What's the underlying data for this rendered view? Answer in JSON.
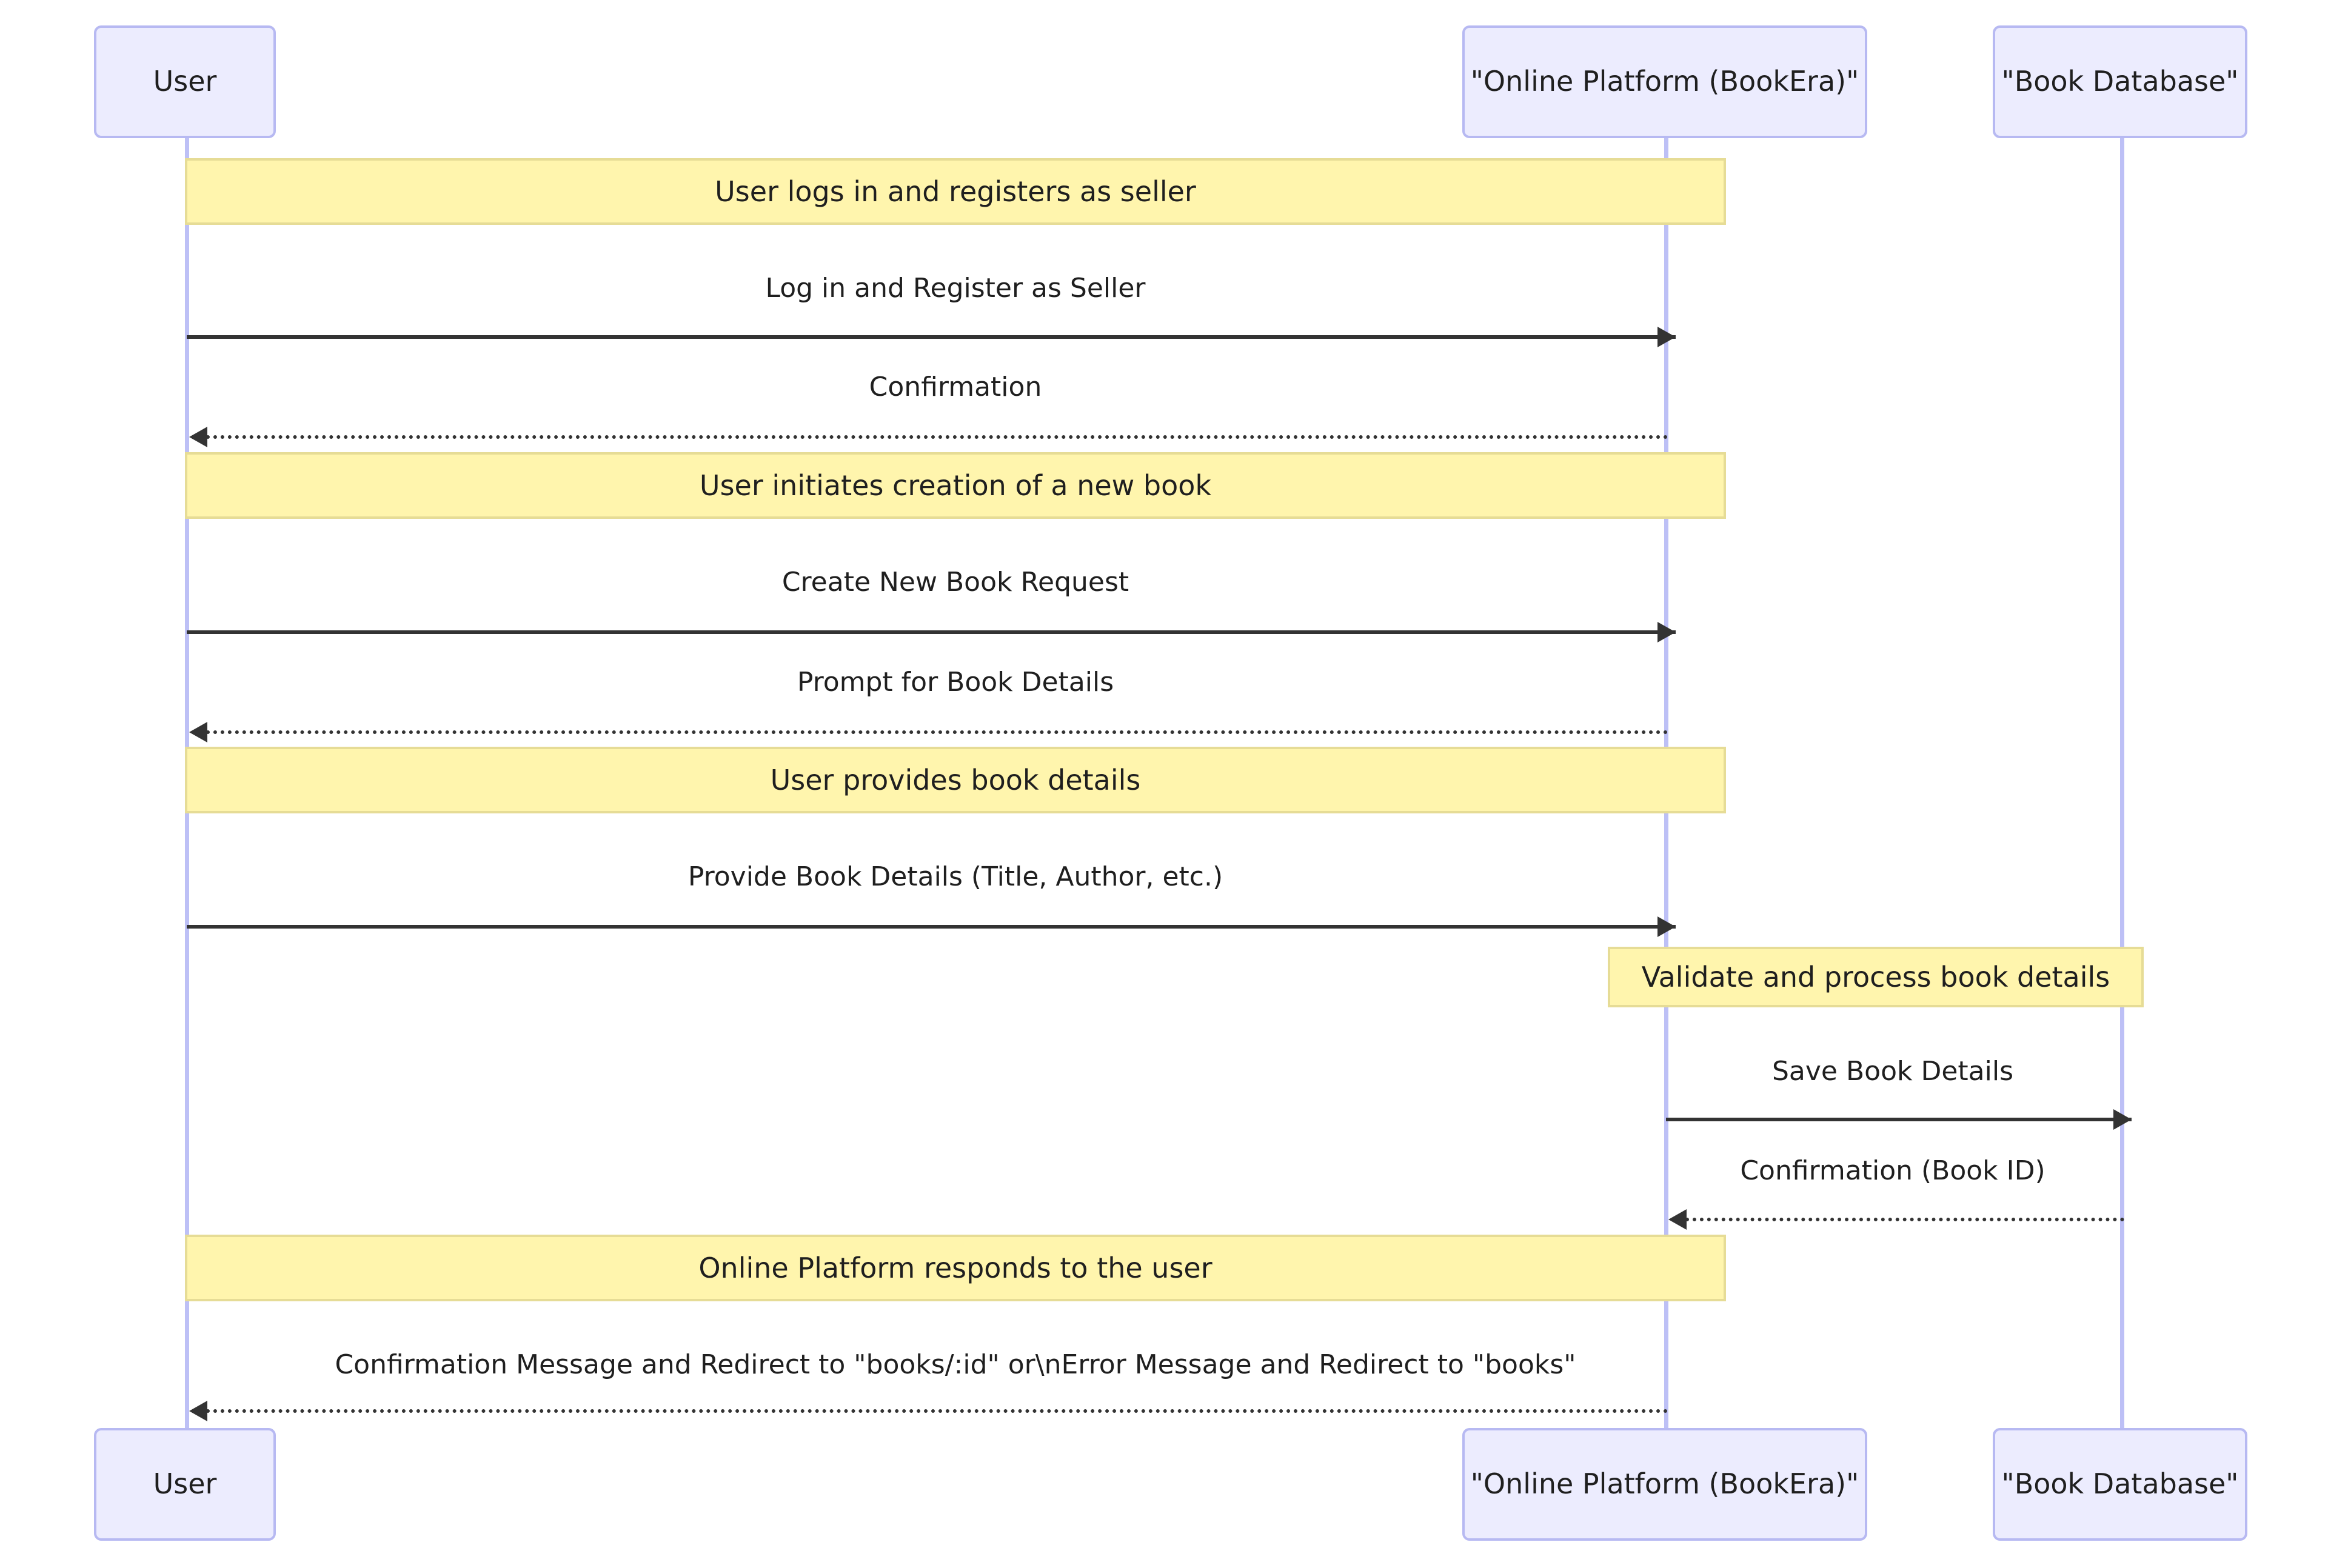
{
  "diagram": {
    "type": "sequence-diagram",
    "title": "",
    "colors": {
      "participant_fill": "#ececfe",
      "participant_border": "#b7b9f2",
      "note_fill": "#fff5ad",
      "note_border": "#e6dc96",
      "lifeline": "#bdc0f6",
      "arrow": "#333333",
      "background": "#ffffff",
      "text": "#1f1f1f"
    },
    "participants": [
      {
        "id": "user",
        "label": "User"
      },
      {
        "id": "platform",
        "label": "\"Online Platform (BookEra)\""
      },
      {
        "id": "database",
        "label": "\"Book Database\""
      }
    ],
    "participants_bottom": [
      {
        "id": "user",
        "label": "User"
      },
      {
        "id": "platform",
        "label": "\"Online Platform (BookEra)\""
      },
      {
        "id": "database",
        "label": "\"Book Database\""
      }
    ],
    "notes": [
      {
        "id": "note-1",
        "text": "User logs in and registers as seller",
        "span": "user-to-platform"
      },
      {
        "id": "note-2",
        "text": "User initiates creation of a new book",
        "span": "user-to-platform"
      },
      {
        "id": "note-3",
        "text": "User provides book details",
        "span": "user-to-platform"
      },
      {
        "id": "note-4",
        "text": "Validate and process book details",
        "span": "platform-self"
      },
      {
        "id": "note-5",
        "text": "Online Platform responds to the user",
        "span": "user-to-platform"
      }
    ],
    "messages": [
      {
        "id": "m1",
        "label": "Log in and Register as Seller",
        "from": "user",
        "to": "platform",
        "style": "solid",
        "direction": "right"
      },
      {
        "id": "m2",
        "label": "Confirmation",
        "from": "platform",
        "to": "user",
        "style": "dotted",
        "direction": "left"
      },
      {
        "id": "m3",
        "label": "Create New Book Request",
        "from": "user",
        "to": "platform",
        "style": "solid",
        "direction": "right"
      },
      {
        "id": "m4",
        "label": "Prompt for Book Details",
        "from": "platform",
        "to": "user",
        "style": "dotted",
        "direction": "left"
      },
      {
        "id": "m5",
        "label": "Provide Book Details (Title, Author, etc.)",
        "from": "user",
        "to": "platform",
        "style": "solid",
        "direction": "right"
      },
      {
        "id": "m6",
        "label": "Save Book Details",
        "from": "platform",
        "to": "database",
        "style": "solid",
        "direction": "right"
      },
      {
        "id": "m7",
        "label": "Confirmation (Book ID)",
        "from": "database",
        "to": "platform",
        "style": "dotted",
        "direction": "left"
      },
      {
        "id": "m8",
        "label": "Confirmation Message and Redirect to \"books/:id\" or\\nError Message and Redirect to \"books\"",
        "from": "platform",
        "to": "user",
        "style": "dotted",
        "direction": "left"
      }
    ]
  }
}
